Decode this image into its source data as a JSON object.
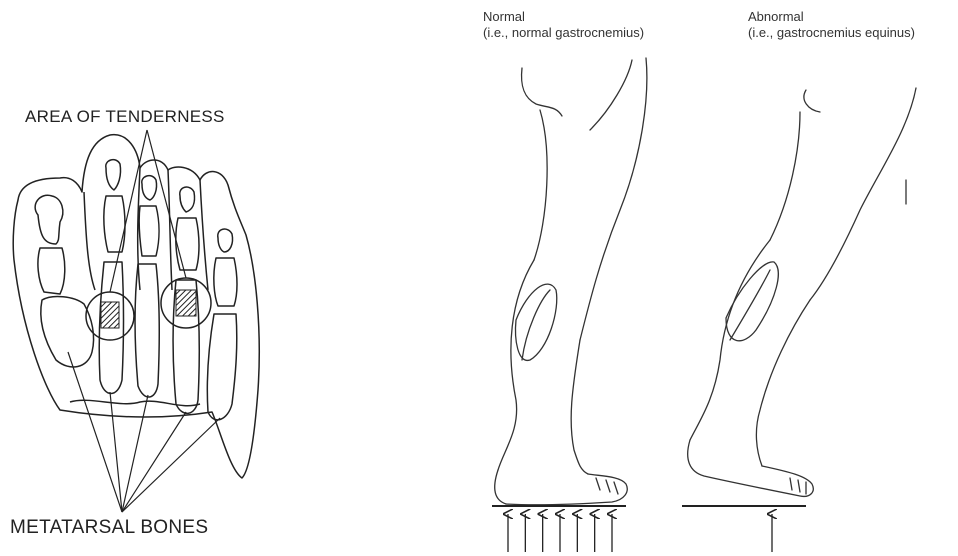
{
  "foot_diagram": {
    "tenderness_label": "AREA OF TENDERNESS",
    "bones_label": "METATARSAL BONES"
  },
  "leg_diagram": {
    "normal": {
      "title": "Normal",
      "subtitle": "(i.e., normal gastrocnemius)",
      "force_arrows": 7
    },
    "abnormal": {
      "title": "Abnormal",
      "subtitle": "(i.e., gastrocnemius equinus)",
      "force_arrows": 1
    }
  }
}
